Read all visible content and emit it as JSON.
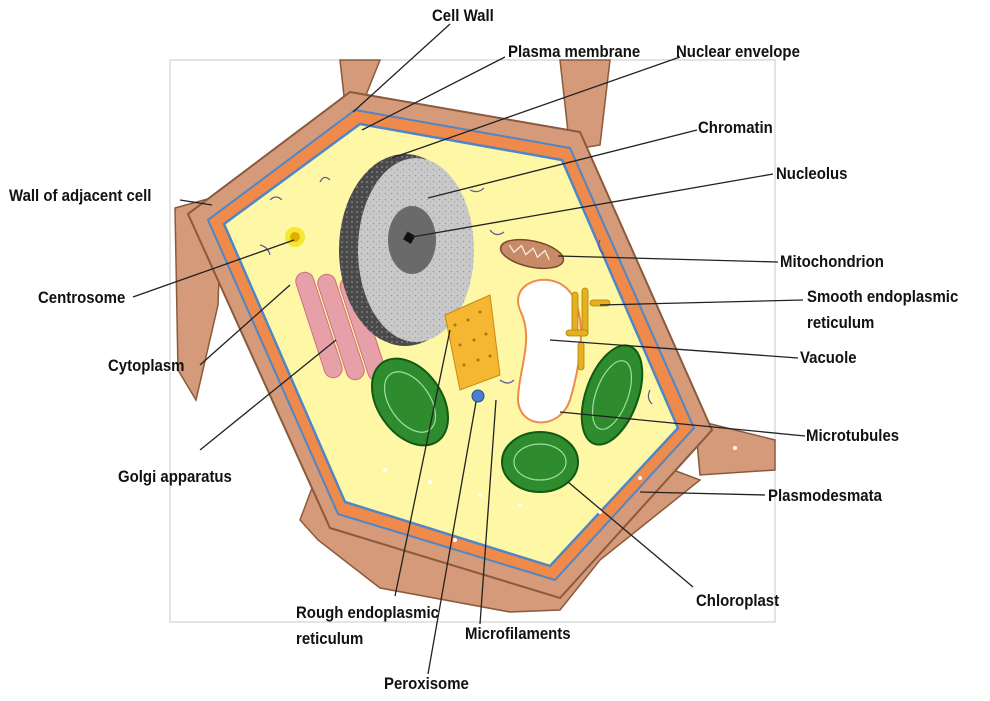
{
  "diagram": {
    "labels": {
      "cell_wall": "Cell Wall",
      "plasma_membrane": "Plasma membrane",
      "nuclear_envelope": "Nuclear envelope",
      "chromatin": "Chromatin",
      "nucleolus": "Nucleolus",
      "wall_adjacent_cell": "Wall of adjacent cell",
      "mitochondrion": "Mitochondrion",
      "smooth_er": "Smooth endoplasmic reticulum",
      "centrosome": "Centrosome",
      "vacuole": "Vacuole",
      "cytoplasm": "Cytoplasm",
      "microtubules": "Microtubules",
      "golgi": "Golgi apparatus",
      "plasmodesmata": "Plasmodesmata",
      "chloroplast": "Chloroplast",
      "rough_er": "Rough endoplasmic reticulum",
      "microfilaments": "Microfilaments",
      "peroxisome": "Peroxisome"
    },
    "colors": {
      "cell_wall": "#d49a7a",
      "wall_outline": "#8a5a3c",
      "plasma_membrane": "#f08a4b",
      "membrane_blue": "#4f86c6",
      "cytoplasm": "#fdf7a6",
      "nucleus": "#c8c8c8",
      "nuclear_envelope": "#555555",
      "nucleolus": "#6a6a6a",
      "chloroplast": "#2e8b2e",
      "golgi": "#e8a0a8",
      "rough_er": "#f5b731",
      "smooth_er": "#e6b020",
      "mitochondrion": "#c98a6a",
      "peroxisome": "#4a7fd0",
      "centrosome": "#f2e000"
    }
  }
}
